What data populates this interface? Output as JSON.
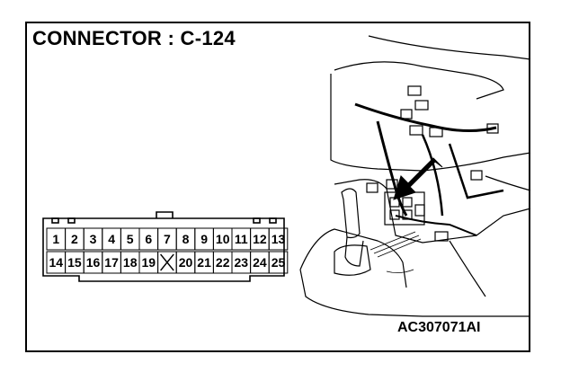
{
  "title": "CONNECTOR : C-124",
  "figure_id": "AC307071AI",
  "connector": {
    "row1": [
      "1",
      "2",
      "3",
      "4",
      "5",
      "6",
      "7",
      "8",
      "9",
      "10",
      "11",
      "12",
      "13"
    ],
    "row2": [
      "14",
      "15",
      "16",
      "17",
      "18",
      "19",
      "",
      "20",
      "21",
      "22",
      "23",
      "24",
      "25"
    ],
    "empty_pin_index": 6
  }
}
